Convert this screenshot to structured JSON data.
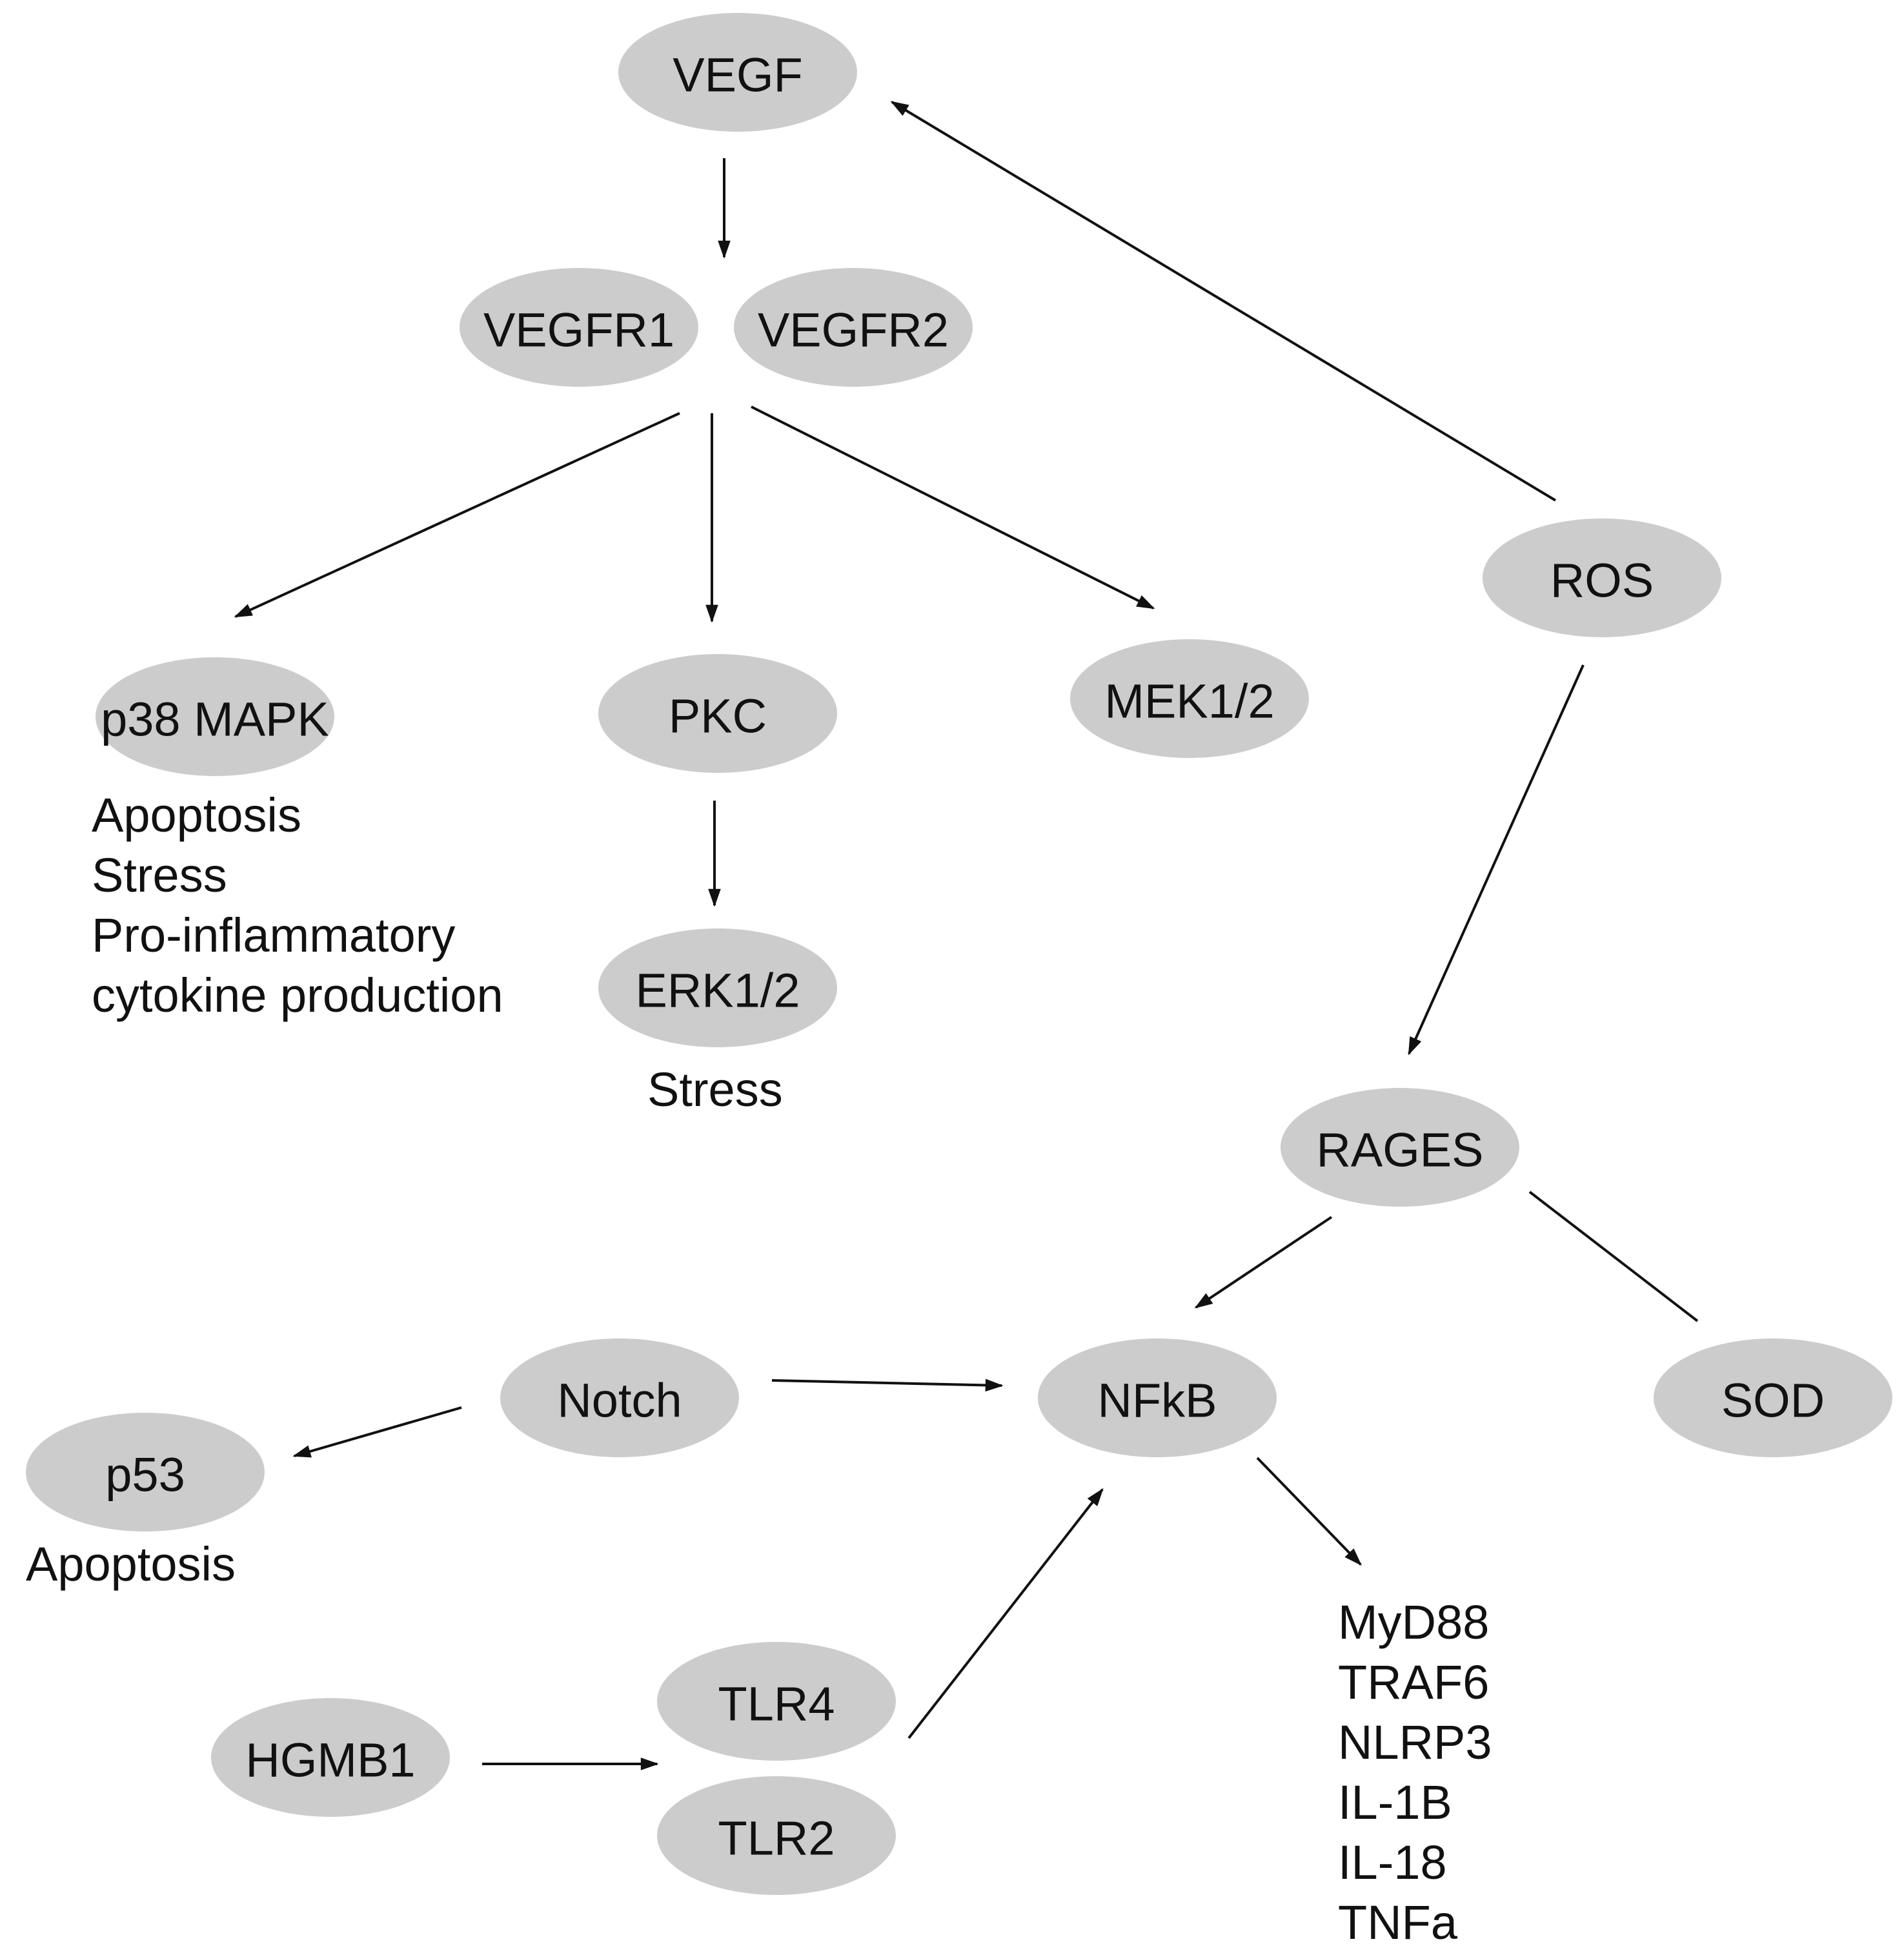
{
  "style": {
    "node_fill": "#cccccc",
    "line_color": "#111111",
    "text_color": "#111111",
    "background": "#ffffff"
  },
  "nodes": {
    "vegf": "VEGF",
    "vegfr1": "VEGFR1",
    "vegfr2": "VEGFR2",
    "ros": "ROS",
    "p38mapk": "p38 MAPK",
    "pkc": "PKC",
    "mek12": "MEK1/2",
    "erk12": "ERK1/2",
    "rages": "RAGES",
    "notch": "Notch",
    "nfkb": "NFkB",
    "sod": "SOD",
    "p53": "p53",
    "hgmb1": "HGMB1",
    "tlr4": "TLR4",
    "tlr2": "TLR2"
  },
  "annotations": {
    "p38_effects": [
      "Apoptosis",
      "Stress",
      "Pro-inflammatory",
      "cytokine production"
    ],
    "erk_effects": [
      "Stress"
    ],
    "p53_effects": [
      "Apoptosis"
    ],
    "nfkb_targets": [
      "MyD88",
      "TRAF6",
      "NLRP3",
      "IL-1B",
      "IL-18",
      "TNFa"
    ]
  },
  "edges": [
    {
      "from": "vegf",
      "to": "vegfr",
      "type": "arrow"
    },
    {
      "from": "vegfr",
      "to": "p38mapk",
      "type": "arrow"
    },
    {
      "from": "vegfr",
      "to": "pkc",
      "type": "arrow"
    },
    {
      "from": "vegfr",
      "to": "mek12",
      "type": "arrow"
    },
    {
      "from": "ros",
      "to": "vegf",
      "type": "arrow"
    },
    {
      "from": "pkc",
      "to": "erk12",
      "type": "arrow"
    },
    {
      "from": "ros",
      "to": "rages",
      "type": "arrow"
    },
    {
      "from": "rages",
      "to": "nfkb",
      "type": "arrow"
    },
    {
      "from": "rages",
      "to": "sod",
      "type": "line"
    },
    {
      "from": "notch",
      "to": "nfkb",
      "type": "arrow"
    },
    {
      "from": "notch",
      "to": "p53",
      "type": "arrow"
    },
    {
      "from": "tlr",
      "to": "nfkb",
      "type": "arrow"
    },
    {
      "from": "hgmb1",
      "to": "tlr",
      "type": "arrow"
    },
    {
      "from": "nfkb",
      "to": "targets",
      "type": "arrow"
    }
  ]
}
